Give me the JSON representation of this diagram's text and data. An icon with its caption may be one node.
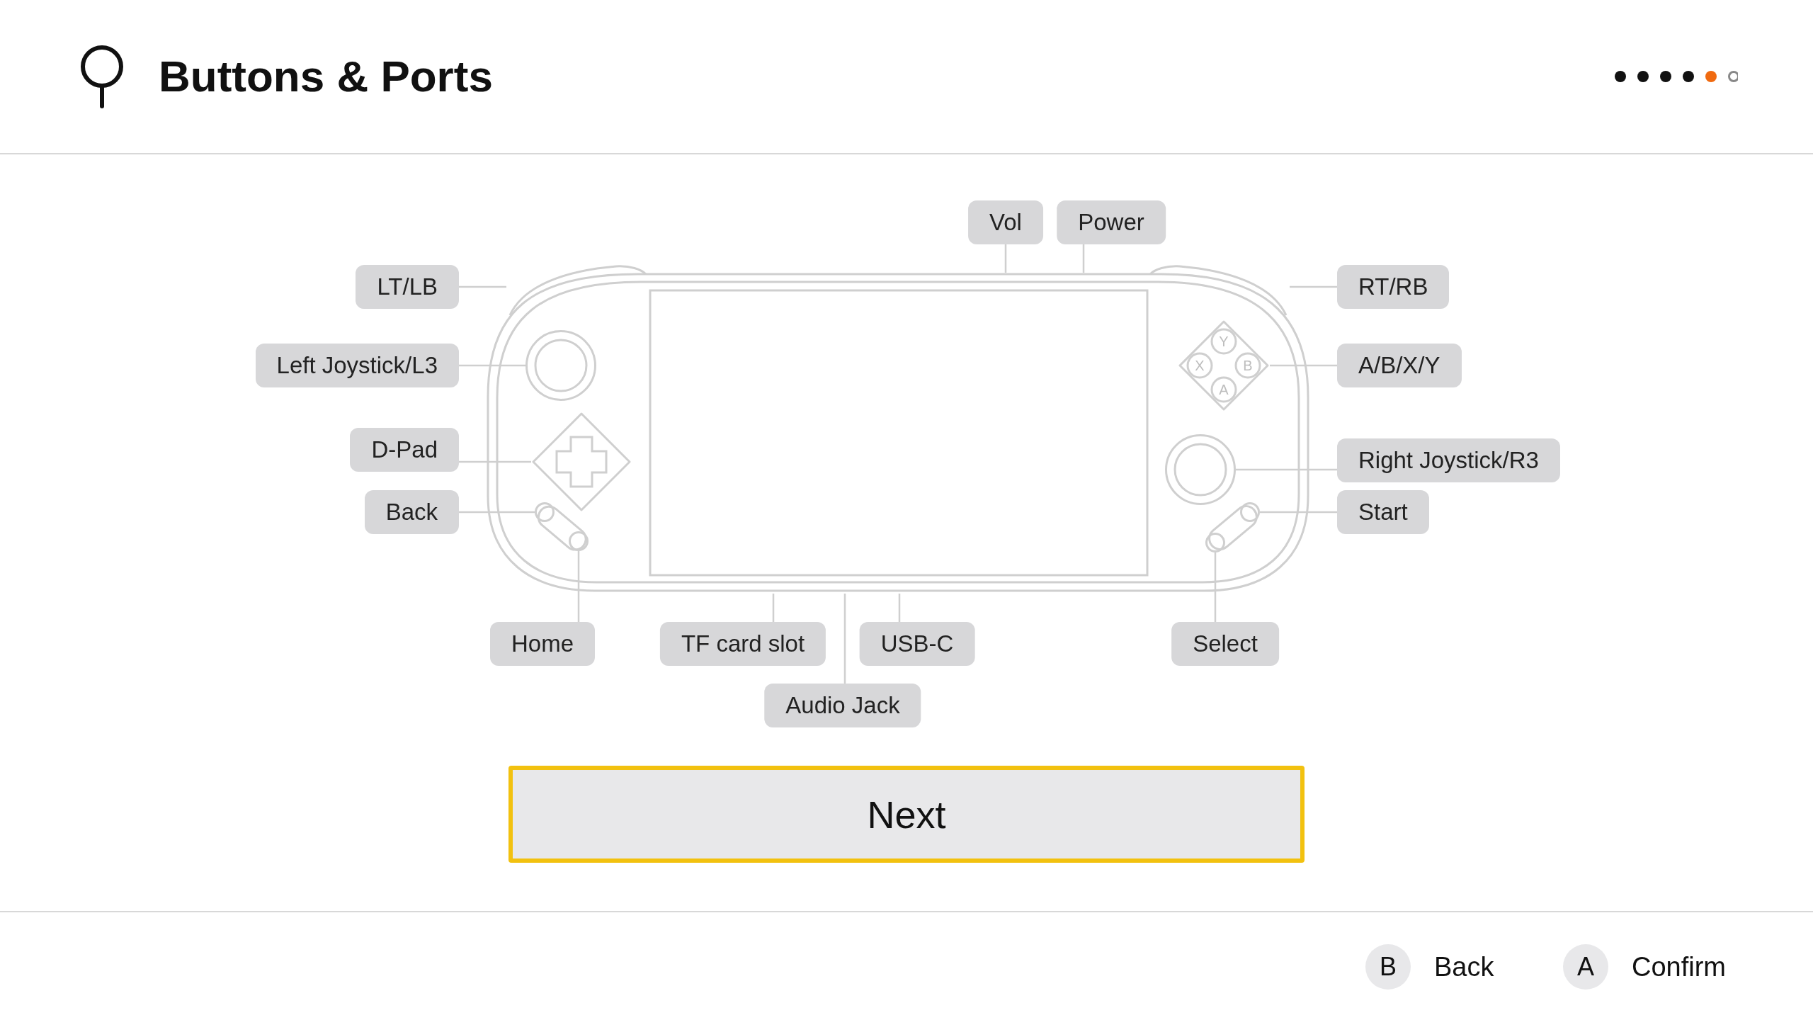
{
  "diagram": {
    "title": "Buttons & Ports",
    "nodes": [
      {
        "text": [
          "Vol"
        ]
      },
      {
        "text": [
          "Power"
        ]
      },
      {
        "text": [
          "LT/LB"
        ]
      },
      {
        "text": [
          "RT/RB"
        ]
      },
      {
        "text": [
          "Left Joystick/L3"
        ]
      },
      {
        "text": [
          "A/B/X/Y"
        ]
      },
      {
        "text": [
          "D-Pad"
        ]
      },
      {
        "text": [
          "Right Joystick/R3"
        ]
      },
      {
        "text": [
          "Back"
        ]
      },
      {
        "text": [
          "Start"
        ]
      },
      {
        "text": [
          "Home"
        ]
      },
      {
        "text": [
          "TF card slot"
        ]
      },
      {
        "text": [
          "USB-C"
        ]
      },
      {
        "text": [
          "Select"
        ]
      },
      {
        "text": [
          "Audio Jack"
        ]
      },
      {
        "text": [],
        "shape": "picture"
      },
      {
        "text": [],
        "shape": "bar"
      },
      {
        "text": [],
        "shape": "bar"
      },
      {
        "text": [],
        "shape": "circle",
        "in": 15
      },
      {
        "text": [],
        "shape": "diamond",
        "in": 15
      },
      {
        "text": [],
        "shape": "diamond",
        "in": 15
      },
      {
        "text": [],
        "shape": "circle",
        "in": 15
      },
      {
        "text": [],
        "shape": "circle",
        "in": 15
      },
      {
        "text": [],
        "shape": "circle",
        "in": 15
      },
      {
        "text": [],
        "shape": "circle",
        "in": 15
      },
      {
        "text": [],
        "shape": "circle",
        "in": 15
      }
    ],
    "edges": [
      {
        "from": 0,
        "to": 15,
        "arrow": "none"
      },
      {
        "from": 1,
        "to": 15,
        "arrow": "none"
      },
      {
        "from": 2,
        "to": 16,
        "arrow": "none"
      },
      {
        "from": 3,
        "to": 17,
        "arrow": "none"
      },
      {
        "from": 4,
        "to": 18,
        "arrow": "none"
      },
      {
        "from": 5,
        "to": 19,
        "arrow": "none"
      },
      {
        "from": 6,
        "to": 20,
        "arrow": "none"
      },
      {
        "from": 7,
        "to": 21,
        "arrow": "none"
      },
      {
        "from": 8,
        "to": 22,
        "arrow": "none"
      },
      {
        "from": 9,
        "to": 23,
        "arrow": "none"
      },
      {
        "from": 10,
        "to": 24,
        "arrow": "none"
      },
      {
        "from": 11,
        "to": 15,
        "arrow": "none"
      },
      {
        "from": 12,
        "to": 15,
        "arrow": "none"
      },
      {
        "from": 13,
        "to": 25,
        "arrow": "none"
      },
      {
        "from": 14,
        "to": 15,
        "arrow": "none"
      }
    ],
    "labels": [
      "Y",
      "X",
      "B",
      "A",
      "Next",
      "B",
      "Back",
      "A",
      "Confirm"
    ]
  }
}
